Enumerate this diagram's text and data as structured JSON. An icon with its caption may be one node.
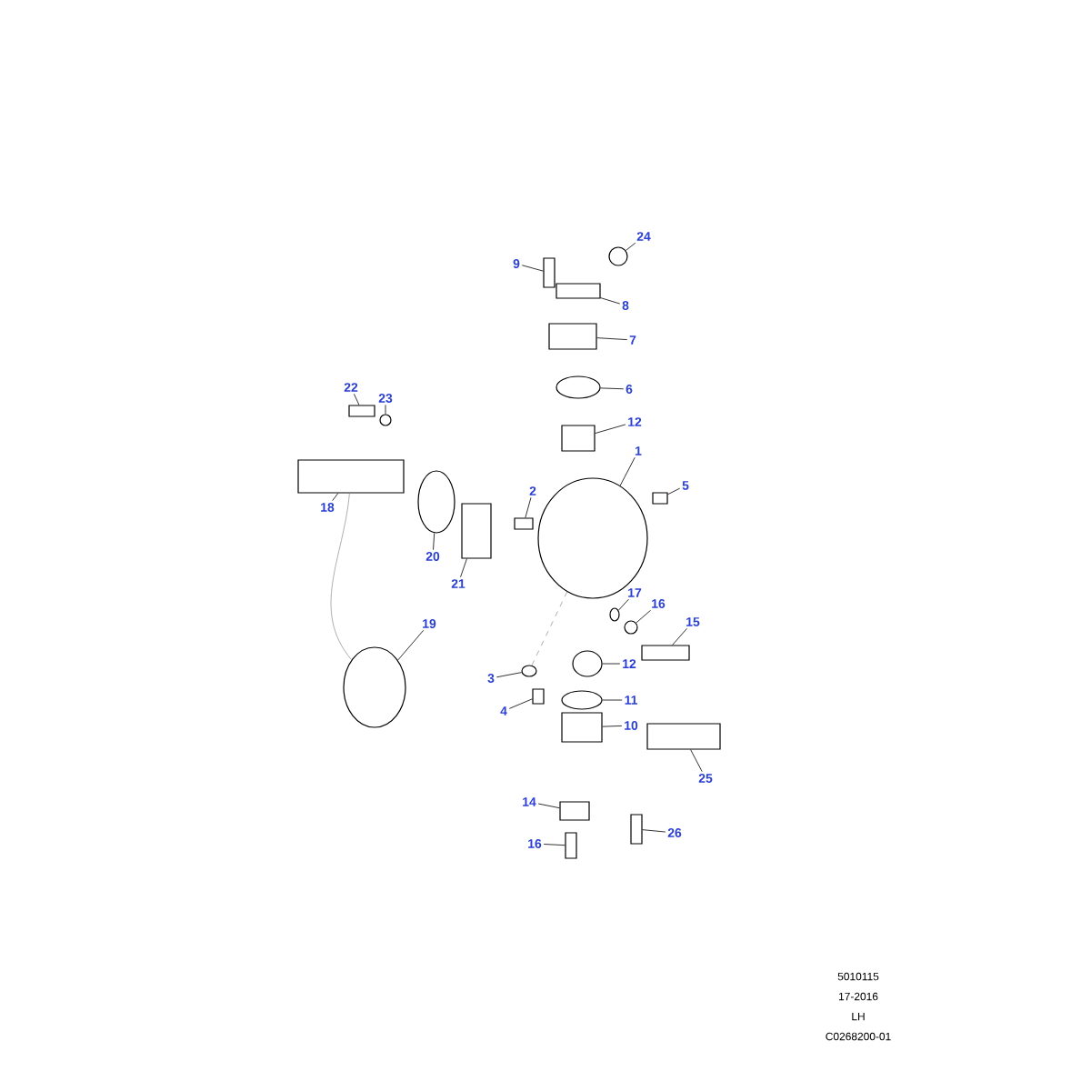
{
  "diagram": {
    "nodes": [
      {
        "text": [
          "24"
        ]
      },
      {
        "text": [
          "9"
        ]
      },
      {
        "text": [
          "8"
        ]
      },
      {
        "text": [
          "7"
        ]
      },
      {
        "text": [
          "6"
        ]
      },
      {
        "text": [
          "22"
        ]
      },
      {
        "text": [
          "23"
        ]
      },
      {
        "text": [
          "12"
        ]
      },
      {
        "text": [
          "1"
        ]
      },
      {
        "text": [
          "5"
        ]
      },
      {
        "text": [
          "2"
        ]
      },
      {
        "text": [
          "18"
        ]
      },
      {
        "text": [
          "20"
        ]
      },
      {
        "text": [
          "21"
        ]
      },
      {
        "text": [
          "17"
        ]
      },
      {
        "text": [
          "16"
        ]
      },
      {
        "text": [
          "15"
        ]
      },
      {
        "text": [
          "19"
        ]
      },
      {
        "text": [
          "12"
        ]
      },
      {
        "text": [
          "3"
        ]
      },
      {
        "text": [
          "4"
        ]
      },
      {
        "text": [
          "11"
        ]
      },
      {
        "text": [
          "10"
        ]
      },
      {
        "text": [
          "25"
        ]
      },
      {
        "text": [
          "14"
        ]
      },
      {
        "text": [
          "26"
        ]
      },
      {
        "text": [
          "16"
        ]
      },
      {
        "text": [],
        "shape": "circle"
      },
      {
        "text": [],
        "shape": "box"
      },
      {
        "text": [],
        "shape": "box"
      },
      {
        "text": [],
        "shape": "box"
      },
      {
        "text": [],
        "shape": "circle"
      },
      {
        "text": [],
        "shape": "box"
      },
      {
        "text": [],
        "shape": "circle"
      },
      {
        "text": [],
        "shape": "box"
      },
      {
        "text": [],
        "shape": "circle"
      },
      {
        "text": [],
        "shape": "box"
      },
      {
        "text": [],
        "shape": "box"
      },
      {
        "text": [],
        "shape": "box"
      },
      {
        "text": [],
        "shape": "circle"
      },
      {
        "text": [],
        "shape": "box"
      },
      {
        "text": [],
        "shape": "circle"
      },
      {
        "text": [],
        "shape": "circle"
      },
      {
        "text": [],
        "shape": "box"
      },
      {
        "text": [],
        "shape": "circle"
      },
      {
        "text": [],
        "shape": "circle"
      },
      {
        "text": [],
        "shape": "circle"
      },
      {
        "text": [],
        "shape": "box"
      },
      {
        "text": [],
        "shape": "circle"
      },
      {
        "text": [],
        "shape": "box"
      },
      {
        "text": [],
        "shape": "box"
      },
      {
        "text": [],
        "shape": "box"
      },
      {
        "text": [],
        "shape": "box"
      },
      {
        "text": [],
        "shape": "box"
      }
    ],
    "edges": [
      {
        "from": 0,
        "to": 27,
        "arrow": "none"
      },
      {
        "from": 1,
        "to": 28,
        "arrow": "none"
      },
      {
        "from": 2,
        "to": 29,
        "arrow": "none"
      },
      {
        "from": 3,
        "to": 30,
        "arrow": "none"
      },
      {
        "from": 4,
        "to": 31,
        "arrow": "none"
      },
      {
        "from": 5,
        "to": 32,
        "arrow": "none"
      },
      {
        "from": 6,
        "to": 33,
        "arrow": "none"
      },
      {
        "from": 7,
        "to": 34,
        "arrow": "none"
      },
      {
        "from": 8,
        "to": 35,
        "arrow": "none"
      },
      {
        "from": 9,
        "to": 36,
        "arrow": "none"
      },
      {
        "from": 10,
        "to": 37,
        "arrow": "none"
      },
      {
        "from": 11,
        "to": 38,
        "arrow": "none"
      },
      {
        "from": 12,
        "to": 39,
        "arrow": "none"
      },
      {
        "from": 13,
        "to": 40,
        "arrow": "none"
      },
      {
        "from": 14,
        "to": 41,
        "arrow": "none"
      },
      {
        "from": 15,
        "to": 42,
        "arrow": "none"
      },
      {
        "from": 16,
        "to": 43,
        "arrow": "none"
      },
      {
        "from": 17,
        "to": 44,
        "arrow": "none"
      },
      {
        "from": 18,
        "to": 45,
        "arrow": "none"
      },
      {
        "from": 19,
        "to": 46,
        "arrow": "none"
      },
      {
        "from": 20,
        "to": 47,
        "arrow": "none"
      },
      {
        "from": 21,
        "to": 48,
        "arrow": "none"
      },
      {
        "from": 22,
        "to": 49,
        "arrow": "none"
      },
      {
        "from": 23,
        "to": 50,
        "arrow": "none"
      },
      {
        "from": 24,
        "to": 51,
        "arrow": "none"
      },
      {
        "from": 25,
        "to": 52,
        "arrow": "none"
      },
      {
        "from": 26,
        "to": 53,
        "arrow": "none"
      },
      {
        "from": 38,
        "to": 44,
        "arrow": "none",
        "color": "#999999"
      },
      {
        "from": 35,
        "to": 46,
        "arrow": "none",
        "style": "dashed",
        "color": "#999999"
      }
    ],
    "labels": [
      "5010115",
      "17-2016",
      "LH",
      "C0268200-01"
    ]
  }
}
